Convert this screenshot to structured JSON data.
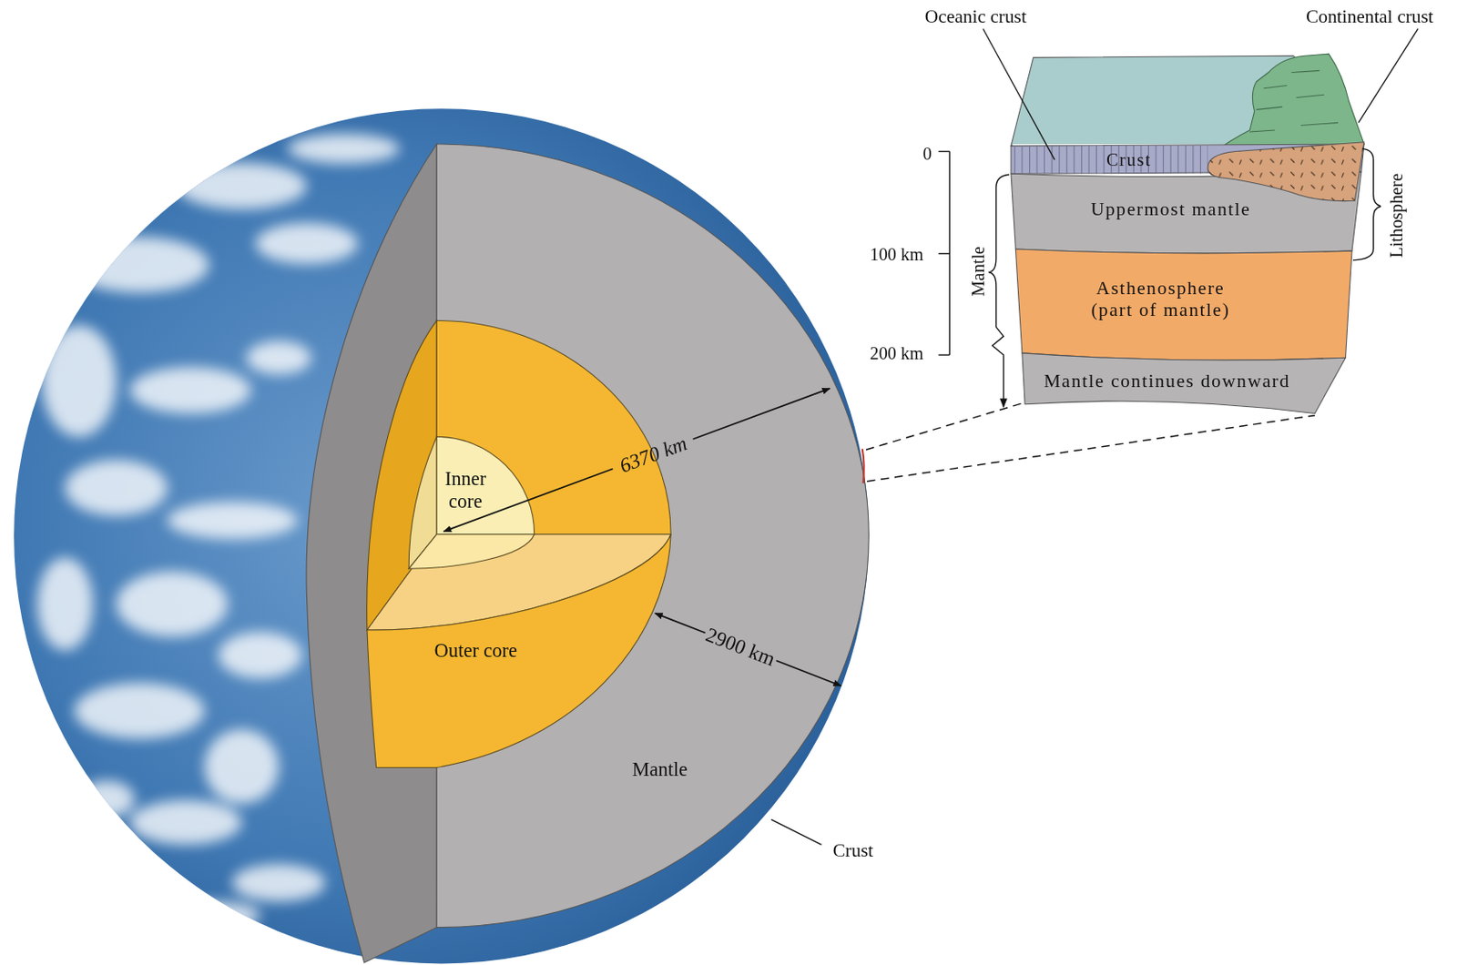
{
  "diagram": {
    "nodes": [
      {
        "text": [
          "Mantle"
        ]
      },
      {
        "text": [
          "Outer core"
        ],
        "in": 0
      },
      {
        "text": [
          "Inner core"
        ],
        "in": 1
      },
      {
        "text": [
          "Crust"
        ]
      },
      {
        "text": [
          "Uppermost mantle"
        ]
      },
      {
        "text": [
          "Asthenosphere (part of mantle)"
        ]
      },
      {
        "text": [
          "Mantle continues downward"
        ]
      }
    ],
    "labels": [
      "Oceanic crust",
      "Continental crust",
      "0",
      "100 km",
      "200 km",
      "Mantle",
      "Lithosphere",
      "6370 km",
      "2900 km",
      "Crust"
    ]
  }
}
